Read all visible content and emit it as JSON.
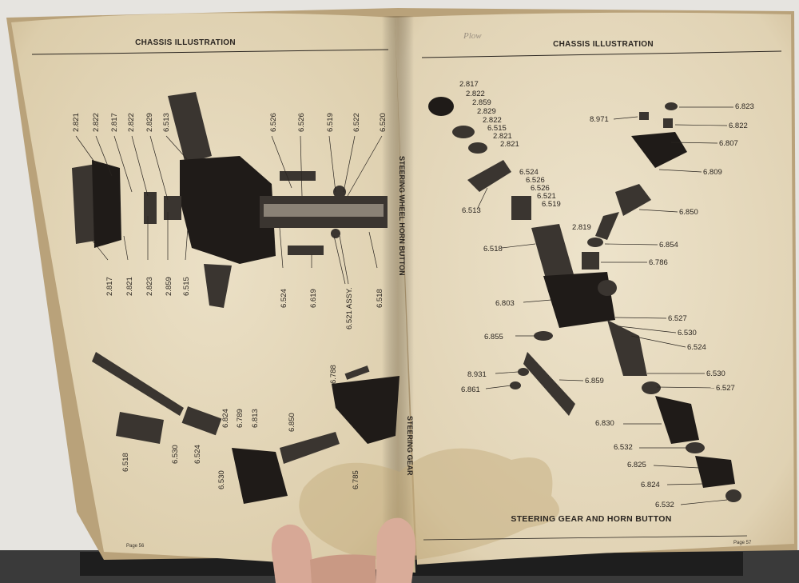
{
  "colors": {
    "paper": "#e8dcc0",
    "ink": "#2a2520",
    "background": "#e4e2de",
    "desk": "#2e2e2e"
  },
  "left_page": {
    "header": "CHASSIS ILLUSTRATION",
    "side_title_top": "STEERING WHEEL HORN BUTTON",
    "side_title_bottom": "STEERING GEAR",
    "footer": "Page 56",
    "top_labels": [
      "2.821",
      "2.822",
      "2.817",
      "2.822",
      "2.829",
      "6.513"
    ],
    "top_right_labels": [
      "6.526",
      "6.526",
      "6.519",
      "6.522",
      "6.520"
    ],
    "bottom_labels": [
      "2.817",
      "2.821",
      "2.823",
      "2.859",
      "6.515",
      "6.524",
      "6.619",
      "6.521 ASSY.",
      "6.518"
    ],
    "lower_labels": [
      "6.518",
      "6.530",
      "6.524",
      "6.530",
      "6.824",
      "6.789",
      "6.813",
      "6.850",
      "6.788",
      "6.785"
    ]
  },
  "right_page": {
    "header": "CHASSIS ILLUSTRATION",
    "pencil_note": "Plow",
    "caption": "STEERING GEAR AND HORN BUTTON",
    "footer": "Page 57",
    "labels_left": [
      "2.817",
      "2.822",
      "2.859",
      "2.829",
      "2.822",
      "6.515",
      "2.821",
      "2.821",
      "6.524",
      "6.526",
      "6.526",
      "6.521",
      "6.519",
      "6.513",
      "2.819",
      "6.518",
      "6.803",
      "6.855",
      "8.931",
      "6.861"
    ],
    "labels_right": [
      "6.823",
      "8.971",
      "6.822",
      "6.807",
      "6.809",
      "6.850",
      "6.854",
      "6.786",
      "6.527",
      "6.530",
      "6.524",
      "6.859",
      "6.530",
      "6.527",
      "6.830",
      "6.532",
      "6.825",
      "6.824",
      "6.532"
    ]
  }
}
